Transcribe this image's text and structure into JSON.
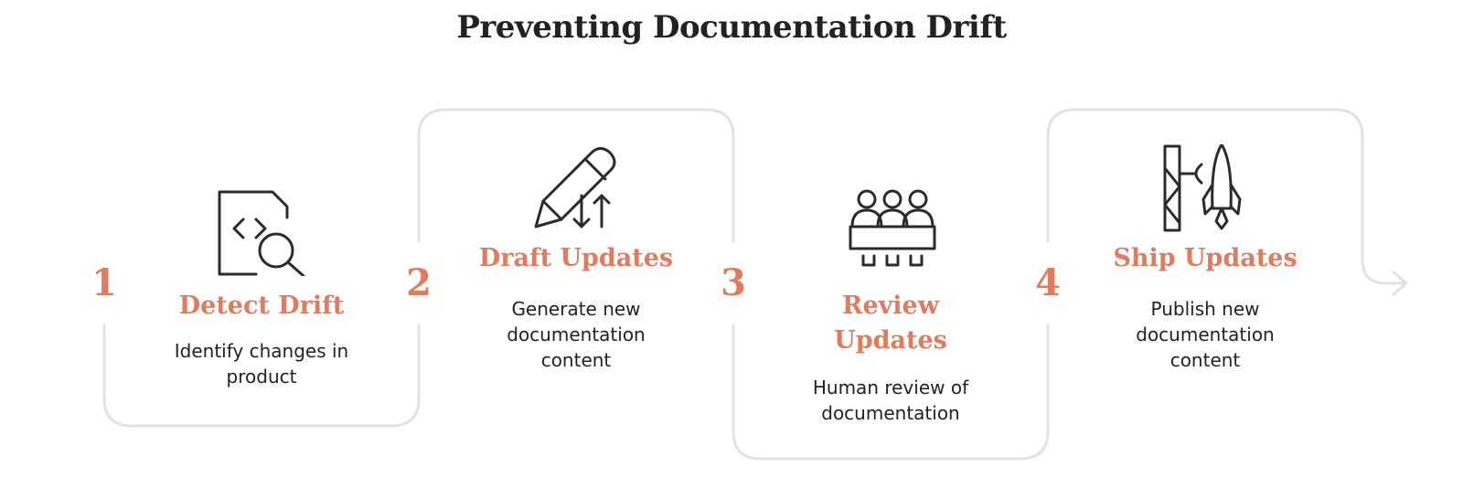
{
  "title": "Preventing Documentation Drift",
  "colors": {
    "accent": "#e07b5d",
    "text": "#222222",
    "frame": "#dfe3e3",
    "icon": "#2b2b2b"
  },
  "steps": [
    {
      "number": "1",
      "title": "Detect Drift",
      "description": "Identify changes in product",
      "icon": "code-file-search-icon"
    },
    {
      "number": "2",
      "title": "Draft Updates",
      "description": "Generate new documentation content",
      "icon": "pencil-arrows-icon"
    },
    {
      "number": "3",
      "title": "Review Updates",
      "description": "Human review of documentation",
      "icon": "review-panel-icon"
    },
    {
      "number": "4",
      "title": "Ship Updates",
      "description": "Publish new documentation content",
      "icon": "launch-rocket-icon"
    }
  ]
}
